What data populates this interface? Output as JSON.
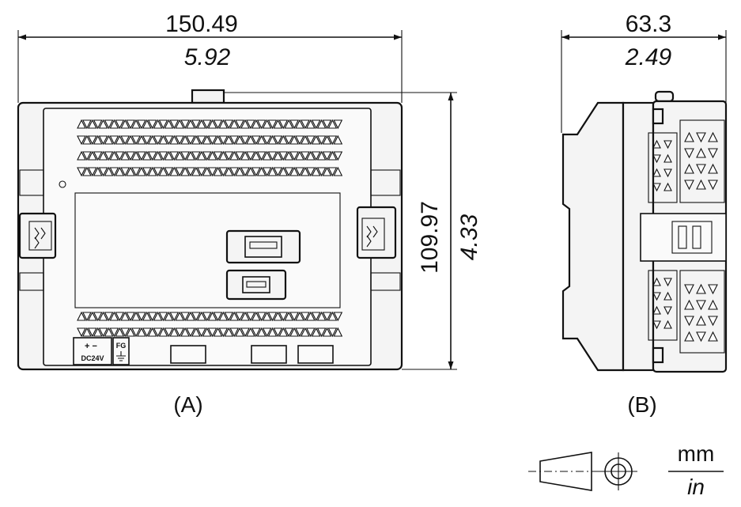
{
  "front_view": {
    "width_mm": "150.49",
    "width_in": "5.92",
    "height_mm": "109.97",
    "height_in": "4.33",
    "caption": "(A)",
    "power_plus_minus": "+ −",
    "power_label": "DC24V",
    "fg_label": "FG"
  },
  "side_view": {
    "depth_mm": "63.3",
    "depth_in": "2.49",
    "caption": "(B)"
  },
  "units_legend": {
    "numerator": "mm",
    "denominator": "in"
  }
}
